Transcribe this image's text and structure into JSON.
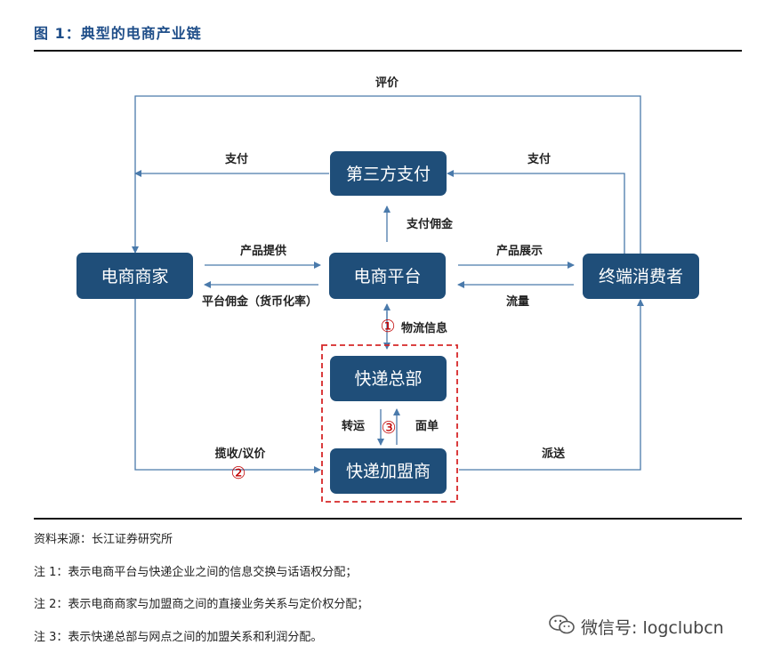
{
  "figure_title": "图 1：典型的电商产业链",
  "nodes": {
    "third_party_payment": "第三方支付",
    "ecommerce_merchant": "电商商家",
    "ecommerce_platform": "电商平台",
    "end_consumer": "终端消费者",
    "express_hq": "快递总部",
    "express_franchisee": "快递加盟商"
  },
  "edges": {
    "review": "评价",
    "payment_left": "支付",
    "payment_right": "支付",
    "payment_commission": "支付佣金",
    "product_supply": "产品提供",
    "platform_commission": "平台佣金（货币化率）",
    "product_display": "产品展示",
    "traffic": "流量",
    "logistics_info": "物流信息",
    "transfer": "转运",
    "waybill": "面单",
    "pickup_pricing": "揽收/议价",
    "delivery": "派送"
  },
  "markers": {
    "m1": "①",
    "m2": "②",
    "m3": "③"
  },
  "source": "资料来源：长江证券研究所",
  "notes": [
    "注 1：表示电商平台与快递企业之间的信息交换与话语权分配；",
    "注 2：表示电商商家与加盟商之间的直接业务关系与定价权分配；",
    "注 3：表示快递总部与网点之间的加盟关系和利润分配。"
  ],
  "watermark": "微信号: logclubcn",
  "colors": {
    "node_fill": "#1f4e79",
    "arrow": "#4a7aab",
    "dashed_box": "#d62728",
    "title": "#1f4e89"
  }
}
